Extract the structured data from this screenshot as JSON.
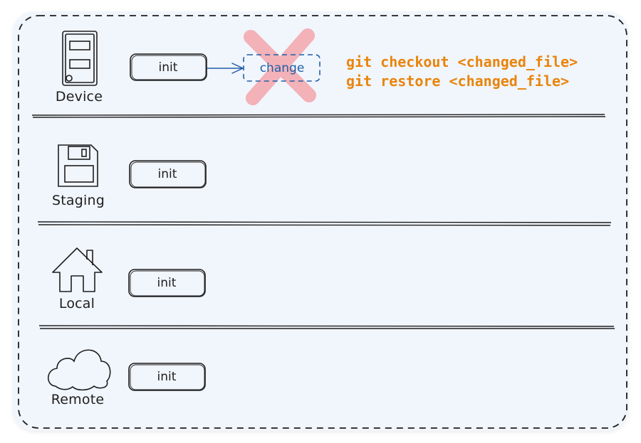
{
  "lanes": [
    {
      "label": "Device",
      "box": "init",
      "icon": "phone-icon"
    },
    {
      "label": "Staging",
      "box": "init",
      "icon": "floppy-disk-icon"
    },
    {
      "label": "Local",
      "box": "init",
      "icon": "house-icon"
    },
    {
      "label": "Remote",
      "box": "init",
      "icon": "cloud-icon"
    }
  ],
  "change_box": {
    "label": "change",
    "status": "cancelled"
  },
  "commands": [
    "git checkout <changed_file>",
    "git restore <changed_file>"
  ],
  "colors": {
    "panel_bg": "#f1f5fc",
    "stroke": "#1e1e1e",
    "change_stroke": "#1f5fa8",
    "cross": "#f4a6ad",
    "command_text": "#e8850c"
  }
}
